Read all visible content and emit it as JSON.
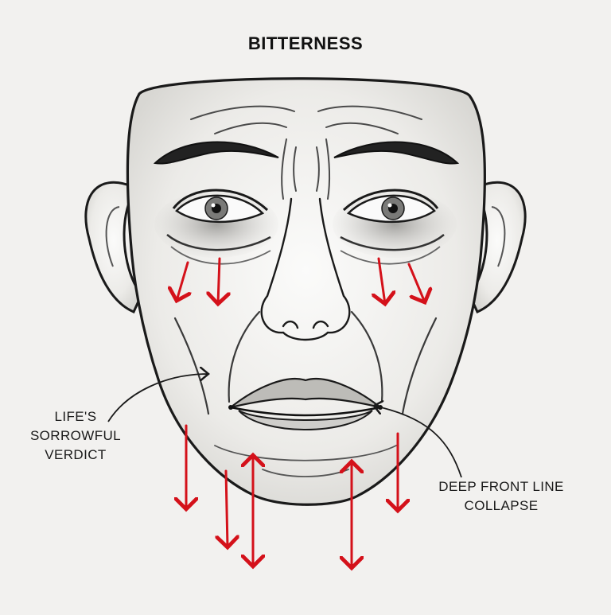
{
  "title": "BITTERNESS",
  "annotations": {
    "left": {
      "lines": [
        "LIFE'S",
        "SORROWFUL",
        "VERDICT"
      ]
    },
    "right": {
      "lines": [
        "DEEP FRONT LINE",
        "COLLAPSE"
      ]
    }
  },
  "colors": {
    "arrow": "#d4111a",
    "ink": "#1a1a1a",
    "background": "#f2f1ef"
  },
  "illustration": {
    "subject": "face",
    "arrow_direction_eyes": "down",
    "arrow_direction_jaw": "down",
    "arrow_direction_chin": "up-and-down"
  }
}
